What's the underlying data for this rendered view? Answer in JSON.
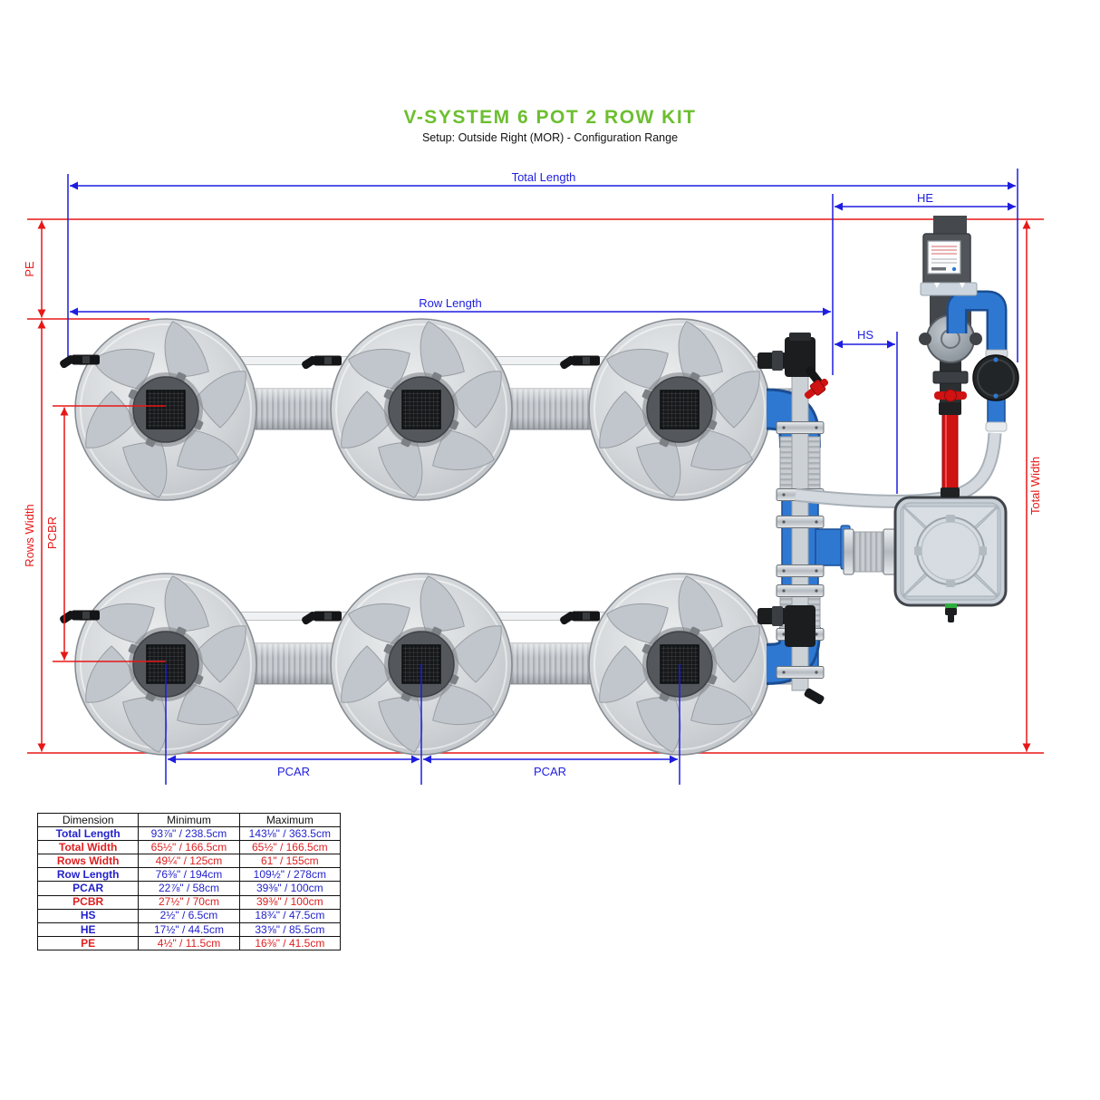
{
  "header": {
    "title": "V-SYSTEM 6 POT 2 ROW KIT",
    "subtitle": "Setup: Outside Right (MOR) - Configuration Range"
  },
  "diagram": {
    "labels": {
      "total_length": "Total Length",
      "he": "HE",
      "row_length": "Row Length",
      "hs": "HS",
      "pe": "PE",
      "rows_width": "Rows Width",
      "pcbr": "PCBR",
      "total_width": "Total Width",
      "pcar_left": "PCAR",
      "pcar_right": "PCAR"
    }
  },
  "table": {
    "headers": [
      "Dimension",
      "Minimum",
      "Maximum"
    ],
    "rows": [
      {
        "dimension": "Total Length",
        "min": "93⅞\" / 238.5cm",
        "max": "143⅛\" / 363.5cm",
        "color": "blue"
      },
      {
        "dimension": "Total Width",
        "min": "65½\" / 166.5cm",
        "max": "65½\" / 166.5cm",
        "color": "red"
      },
      {
        "dimension": "Rows Width",
        "min": "49¼\" / 125cm",
        "max": "61\" / 155cm",
        "color": "red"
      },
      {
        "dimension": "Row Length",
        "min": "76⅜\" / 194cm",
        "max": "109½\" / 278cm",
        "color": "blue"
      },
      {
        "dimension": "PCAR",
        "min": "22⅞\" / 58cm",
        "max": "39⅜\" / 100cm",
        "color": "blue"
      },
      {
        "dimension": "PCBR",
        "min": "27½\" / 70cm",
        "max": "39⅜\" / 100cm",
        "color": "red"
      },
      {
        "dimension": "HS",
        "min": "2½\" / 6.5cm",
        "max": "18¾\" / 47.5cm",
        "color": "blue"
      },
      {
        "dimension": "HE",
        "min": "17½\" / 44.5cm",
        "max": "33⅝\" / 85.5cm",
        "color": "blue"
      },
      {
        "dimension": "PE",
        "min": "4½\" / 11.5cm",
        "max": "16⅜\" / 41.5cm",
        "color": "red"
      }
    ]
  },
  "colors": {
    "accent_green": "#6cbf2f",
    "dimension_blue": "#1d1de0",
    "dimension_red": "#e81717",
    "pipe_blue": "#2e78d2",
    "valve_red": "#cf1212"
  }
}
